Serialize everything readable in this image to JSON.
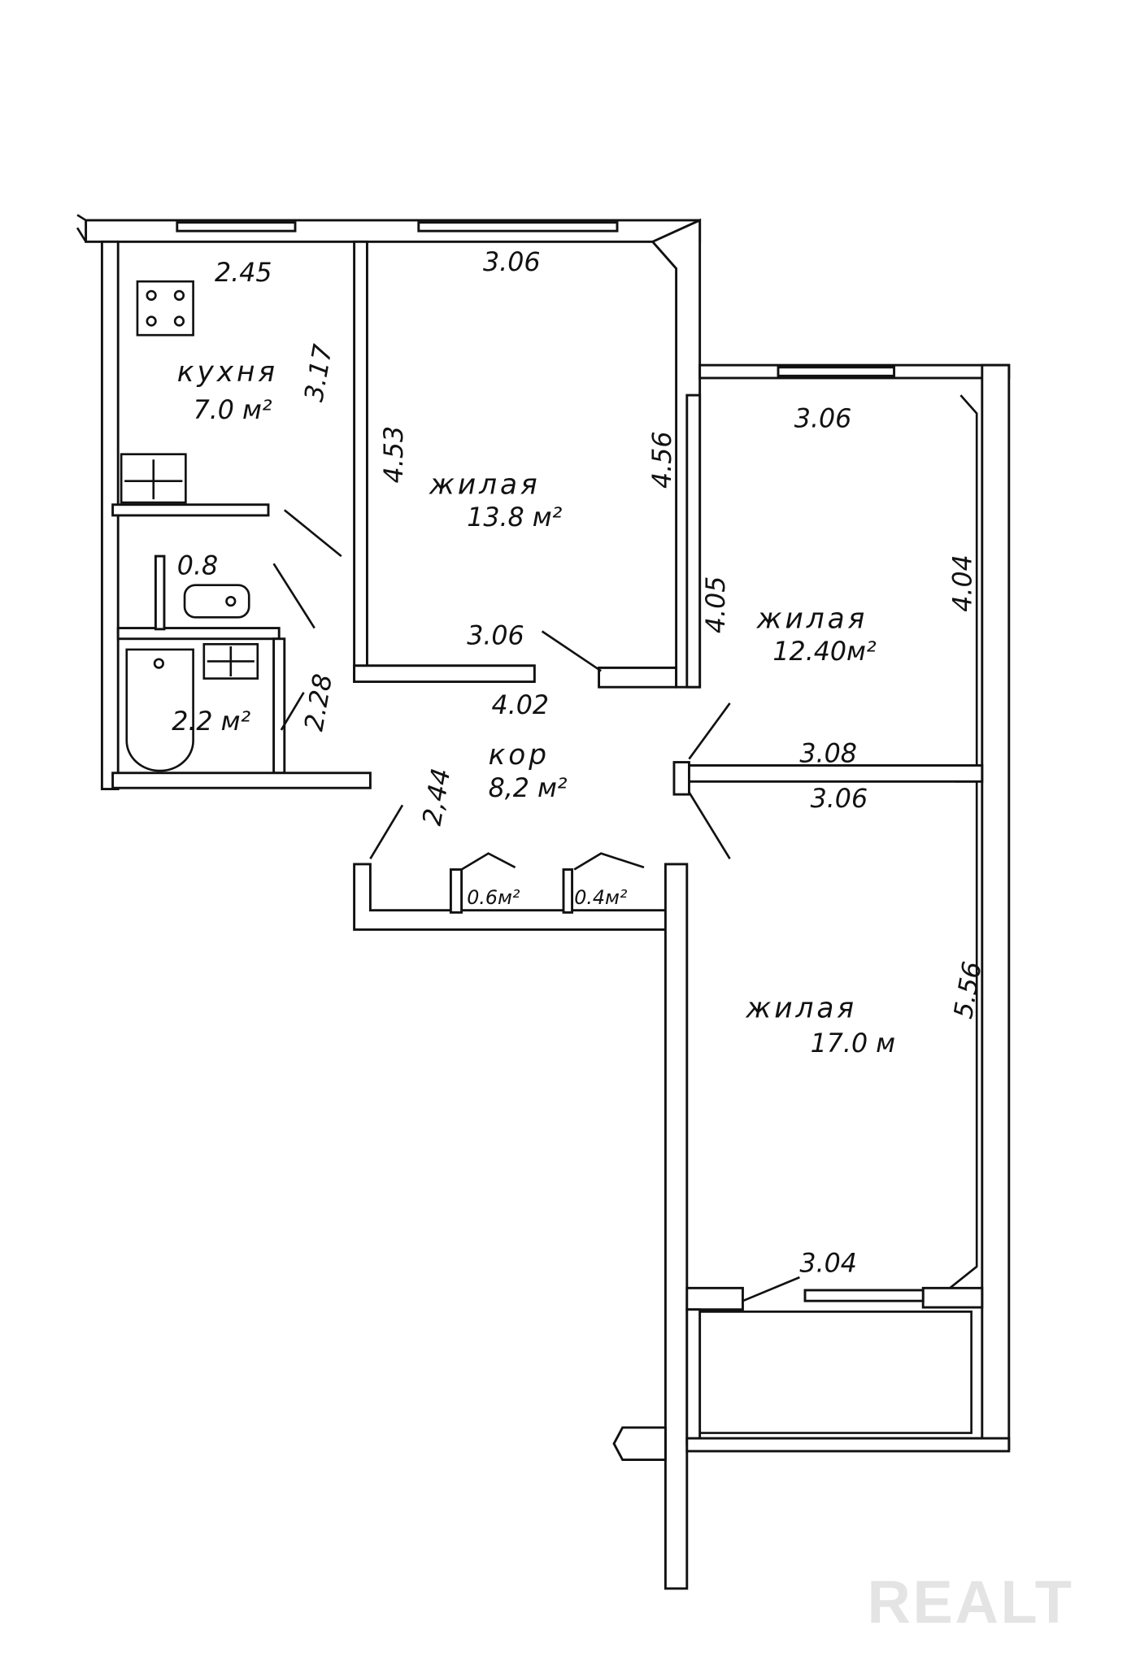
{
  "rooms": {
    "kitchen": {
      "name": "кухня",
      "area": "7.0 м²",
      "dims": [
        "2.45",
        "3.17"
      ]
    },
    "living1": {
      "name": "жилая",
      "area": "13.8 м²",
      "dims": [
        "3.06",
        "4.53",
        "4.56",
        "3.06"
      ]
    },
    "living2": {
      "name": "жилая",
      "area": "12.40м²",
      "dims": [
        "3.06",
        "4.05",
        "4.04",
        "3.08"
      ]
    },
    "living3": {
      "name": "жилая",
      "area": "17.0 м",
      "dims": [
        "3.06",
        "5.56",
        "3.04"
      ]
    },
    "corridor": {
      "name": "кор",
      "area": "8,2 м²",
      "dims": [
        "4.02",
        "2,44"
      ]
    },
    "toilet": {
      "area": "0.8"
    },
    "bath": {
      "area": "2.2 м²",
      "dims": [
        "2.28"
      ]
    },
    "closet1": {
      "area": "0.6м²"
    },
    "closet2": {
      "area": "0.4м²"
    }
  },
  "watermark": "REALT"
}
